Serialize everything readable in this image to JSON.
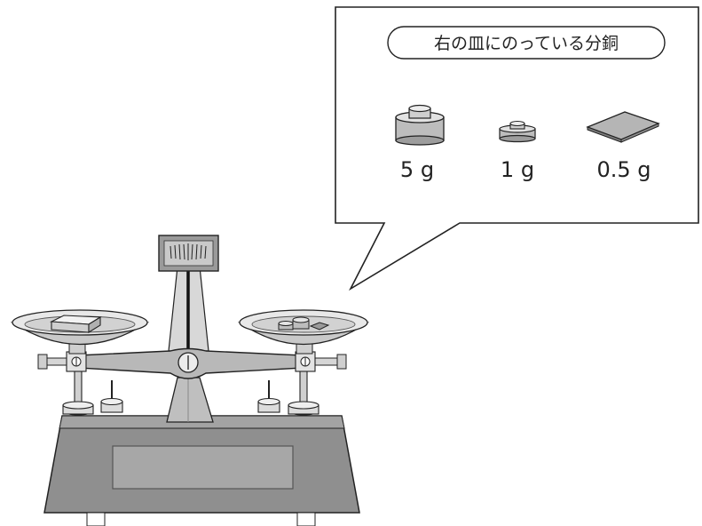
{
  "callout": {
    "title": "右の皿にのっている分銅",
    "weights": [
      {
        "icon": "large-weight-icon",
        "label": "5 g"
      },
      {
        "icon": "small-weight-icon",
        "label": "1 g"
      },
      {
        "icon": "thin-plate-weight-icon",
        "label": "0.5 g"
      }
    ]
  },
  "colors": {
    "ink": "#222222",
    "scale_base": "#8f8f8f",
    "scale_base_light": "#b3b3b3",
    "metal_light": "#e4e4e4",
    "metal_mid": "#c4c4c4",
    "metal_dark": "#6f6f6f"
  }
}
